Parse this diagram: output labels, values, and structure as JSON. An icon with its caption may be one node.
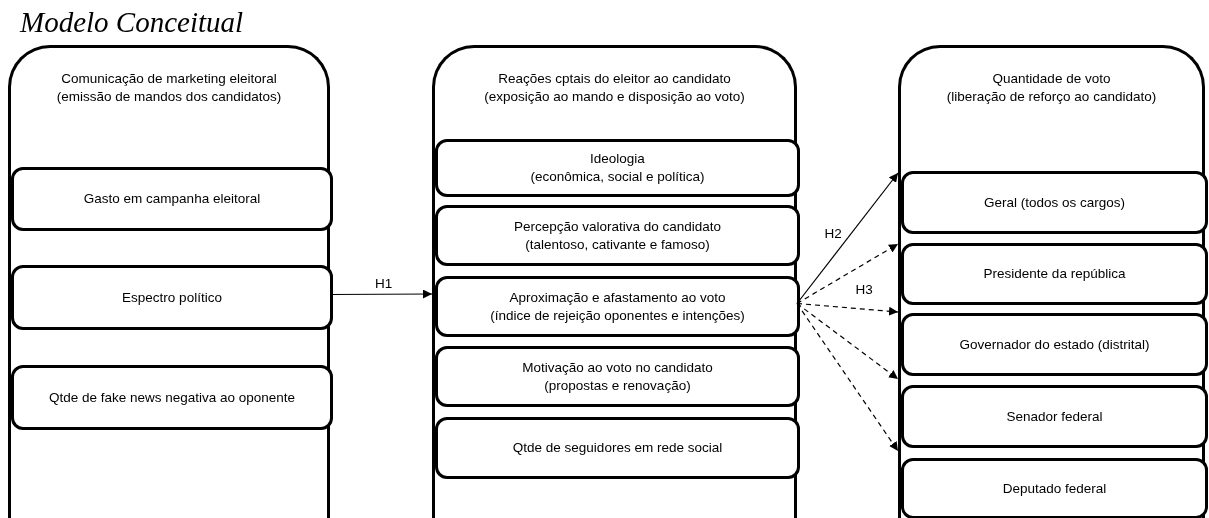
{
  "diagram": {
    "title": "Modelo Conceitual",
    "nodes": [
      {
        "text": [
          "Comunicação de marketing eleitoral (emissão de mandos dos candidatos)"
        ]
      },
      {
        "text": [
          "Gasto em campanha eleitoral"
        ],
        "in": 0
      },
      {
        "text": [
          "Espectro político"
        ],
        "in": 0
      },
      {
        "text": [
          "Qtde de fake news negativa ao oponente"
        ],
        "in": 0
      },
      {
        "text": [
          "Reações cptais do eleitor ao candidato (exposição ao mando e disposição ao voto)"
        ]
      },
      {
        "text": [
          "Ideologia (econômica, social e política)"
        ],
        "in": 4
      },
      {
        "text": [
          "Percepção valorativa do candidato (talentoso, cativante e famoso)"
        ],
        "in": 4
      },
      {
        "text": [
          "Aproximação e afastamento ao voto (índice de rejeição oponentes e intenções)"
        ],
        "in": 4
      },
      {
        "text": [
          "Motivação ao voto no candidato (propostas e renovação)"
        ],
        "in": 4
      },
      {
        "text": [
          "Qtde de seguidores em rede social"
        ],
        "in": 4
      },
      {
        "text": [
          "Quantidade de voto (liberação de reforço ao candidato)"
        ]
      },
      {
        "text": [
          "Geral (todos os cargos)"
        ],
        "in": 10
      },
      {
        "text": [
          "Presidente da república"
        ],
        "in": 10
      },
      {
        "text": [
          "Governador do estado (distrital)"
        ],
        "in": 10
      },
      {
        "text": [
          "Senador federal"
        ],
        "in": 10
      },
      {
        "text": [
          "Deputado federal"
        ],
        "in": 10
      }
    ],
    "edges": [
      {
        "from": 2,
        "to": 7,
        "arrow": "to",
        "label": "H1"
      },
      {
        "from": 7,
        "to": 11,
        "arrow": "to",
        "label": "H2"
      },
      {
        "from": 7,
        "to": 12,
        "arrow": "to",
        "style": "dashed"
      },
      {
        "from": 7,
        "to": 13,
        "arrow": "to",
        "style": "dashed",
        "label": "H3"
      },
      {
        "from": 7,
        "to": 14,
        "arrow": "to",
        "style": "dashed"
      },
      {
        "from": 7,
        "to": 15,
        "arrow": "to",
        "style": "dashed"
      }
    ]
  }
}
